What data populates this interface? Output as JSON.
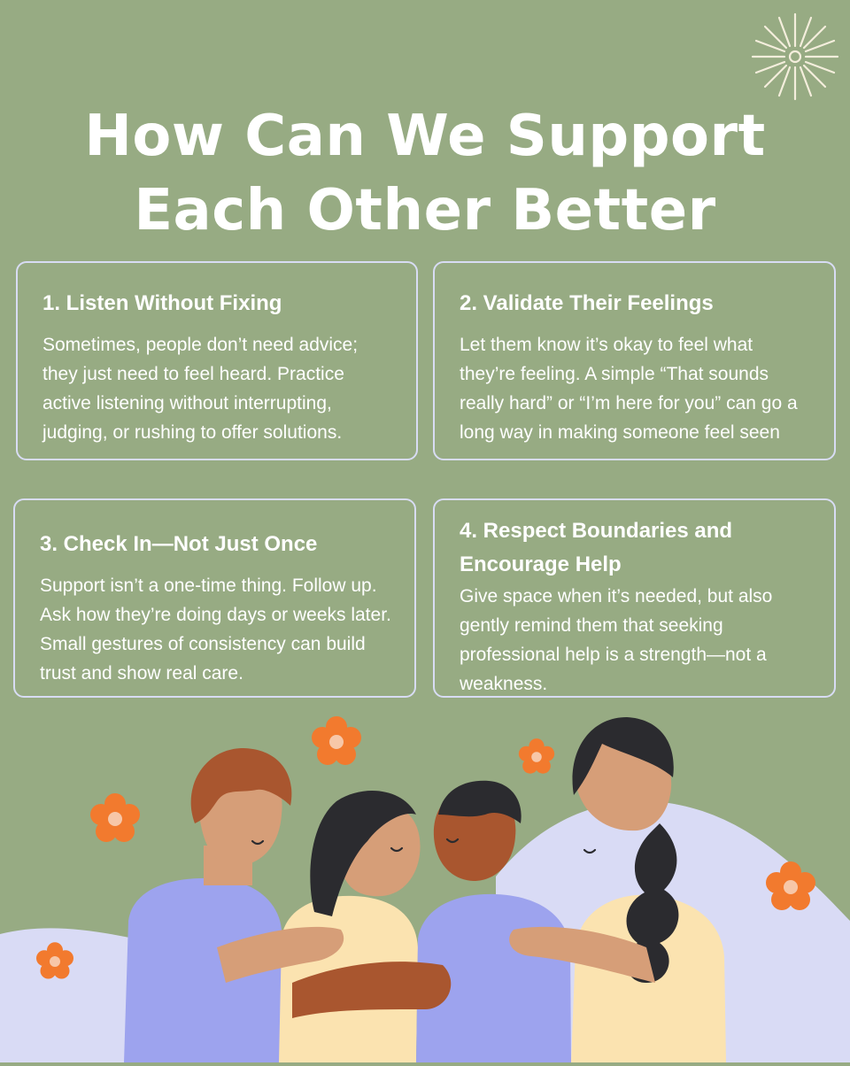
{
  "title": {
    "line1": "How Can We Support",
    "line2": "Each Other Better"
  },
  "cards": [
    {
      "heading": "1. Listen Without Fixing",
      "body": "Sometimes, people don’t need advice; they just need to feel heard. Practice active listening without interrupting, judging, or rushing to offer solutions."
    },
    {
      "heading": "2. Validate Their Feelings",
      "body": "Let them know it’s okay to feel what they’re feeling. A simple “That sounds really hard” or “I’m here for you” can go a long way in making someone feel seen"
    },
    {
      "heading": "3. Check In—Not Just Once",
      "body": "Support isn’t a one-time thing. Follow up. Ask how they’re doing days or weeks later. Small gestures of consistency can build trust and show real care."
    },
    {
      "heading": "4. Respect Boundaries and Encourage Help",
      "body": "Give space when it’s needed, but also gently remind them that seeking professional help is a strength—not a weakness."
    }
  ],
  "colors": {
    "background": "#97AB83",
    "card_border": "#D8DCF4",
    "flower": "#F27A2E",
    "hill": "#D9DBF5"
  },
  "icons": {
    "sparkle": "sparkle-icon",
    "flower": "flower-icon"
  }
}
